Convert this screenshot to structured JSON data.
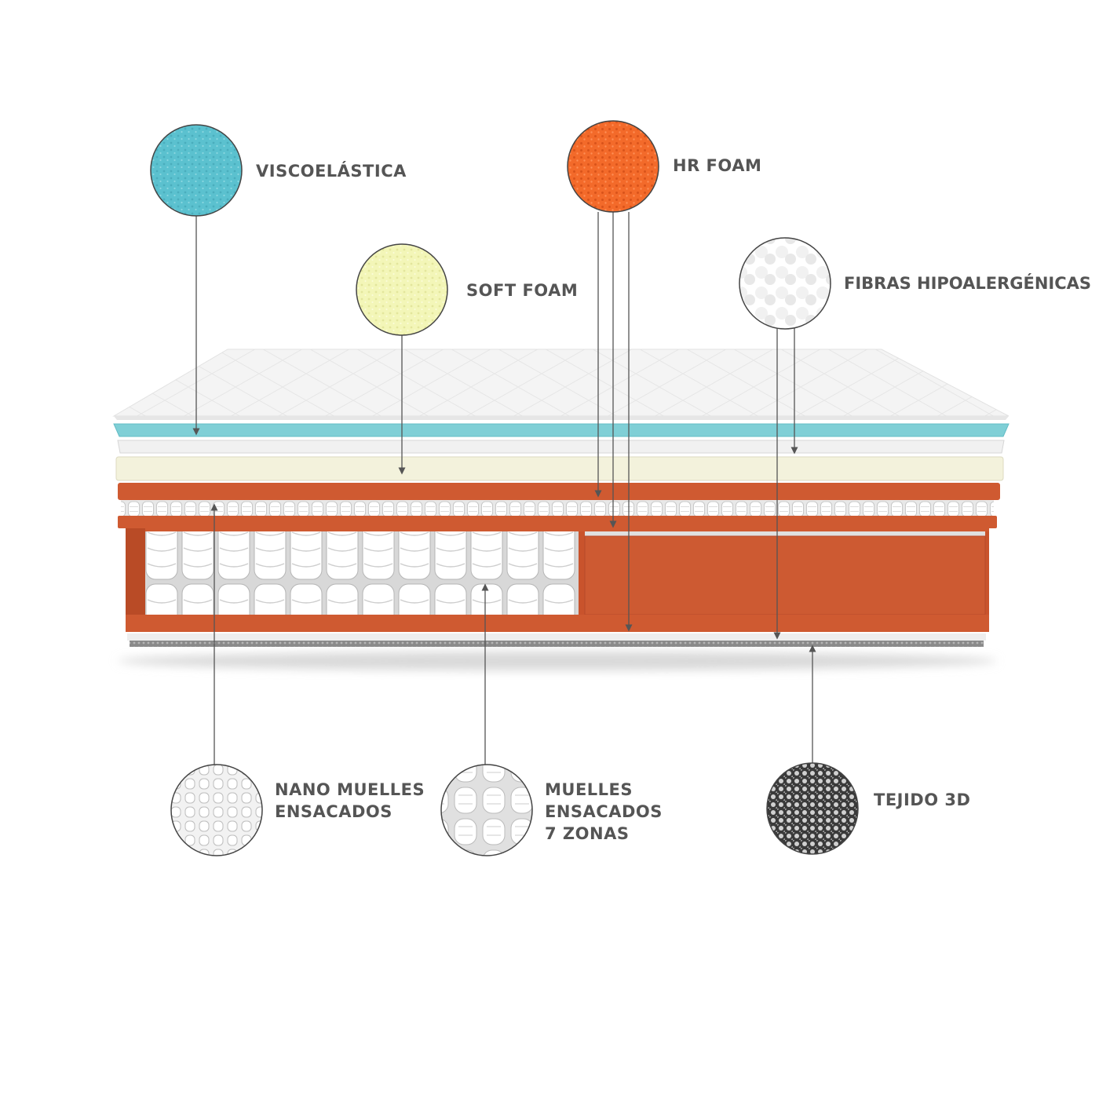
{
  "components": {
    "viscoelastica": {
      "label": "VISCOELÁSTICA",
      "swatch_color": "#5bc1cf",
      "icon": "viscoelastic-foam-swatch-icon"
    },
    "soft_foam": {
      "label": "SOFT FOAM",
      "swatch_color": "#f3f6b8",
      "icon": "soft-foam-swatch-icon"
    },
    "hr_foam": {
      "label": "HR FOAM",
      "swatch_color": "#f36a2a",
      "icon": "hr-foam-swatch-icon"
    },
    "fibras": {
      "label": "FIBRAS HIPOALERGÉNICAS",
      "swatch_color": "#ffffff",
      "icon": "fibers-swatch-icon"
    },
    "nano_muelles": {
      "label": "NANO MUELLES\nENSACADOS",
      "swatch_color": "#f2f2f2",
      "icon": "nano-springs-swatch-icon"
    },
    "muelles_7zonas": {
      "label": "MUELLES\nENSACADOS\n7 ZONAS",
      "swatch_color": "#e9e9e9",
      "icon": "pocket-springs-swatch-icon"
    },
    "tejido_3d": {
      "label": "TEJIDO 3D",
      "swatch_color": "#3a3a3a",
      "icon": "3d-fabric-swatch-icon"
    }
  },
  "colors": {
    "mattress_orange": "#cf5a31",
    "layer_blue": "#7fcfd6",
    "layer_cream": "#f3f2dc",
    "leader_line": "#555555",
    "text": "#555555"
  }
}
